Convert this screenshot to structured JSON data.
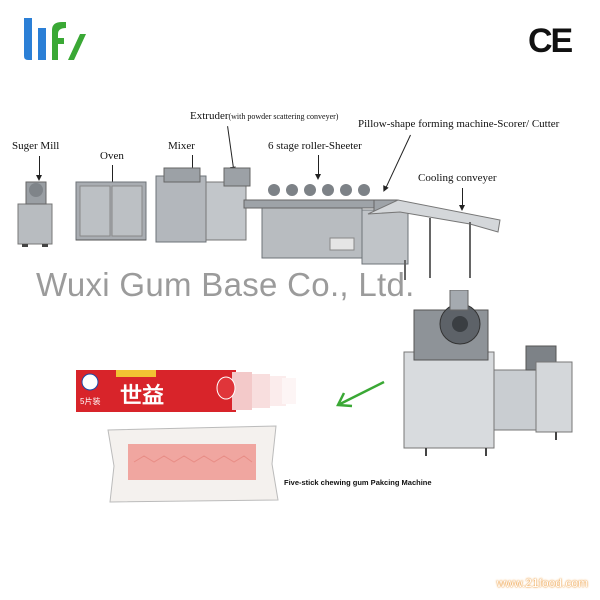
{
  "header": {
    "logo_icon": "lwf-logo-icon",
    "logo_colors": {
      "blue": "#2b7fd6",
      "green": "#3aa835"
    },
    "ce_mark": "CE"
  },
  "labels": {
    "sugar_mill": "Suger Mill",
    "oven": "Oven",
    "mixer": "Mixer",
    "extruder": "Extruder",
    "extruder_note": "(with powder scattering conveyer)",
    "sheeter": "6 stage roller-Sheeter",
    "pillow": "Pillow-shape forming machine-Scorer/ Cutter",
    "cooling": "Cooling conveyer"
  },
  "watermark": "Wuxi Gum Base Co., Ltd.",
  "caption": "Five-stick chewing gum Pakcing Machine",
  "package": {
    "brand": "世益",
    "count": "5片装"
  },
  "footer": "www.21food.com",
  "colors": {
    "arrow_green": "#3aa835",
    "package_red": "#d8242a",
    "gum_pink": "#f0a6a0"
  }
}
